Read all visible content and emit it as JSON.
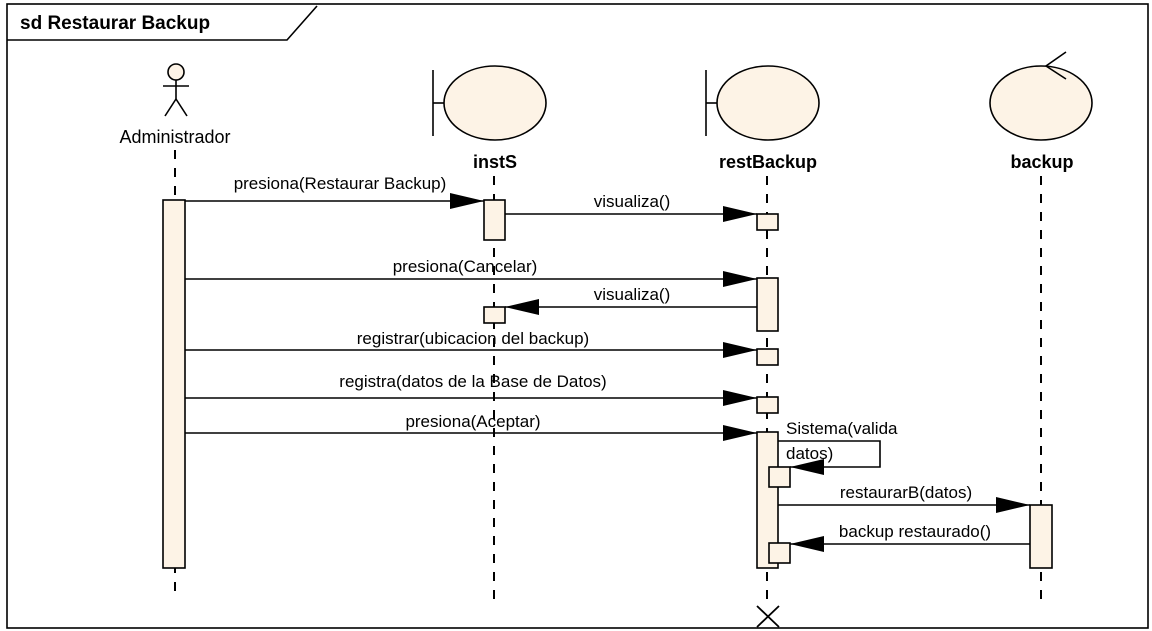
{
  "frame": {
    "title": "sd Restaurar Backup"
  },
  "lifelines": {
    "administrador": {
      "name": "Administrador",
      "kind": "actor"
    },
    "instS": {
      "name": "instS",
      "kind": "boundary"
    },
    "restBackup": {
      "name": "restBackup",
      "kind": "boundary"
    },
    "backup": {
      "name": "backup",
      "kind": "control"
    }
  },
  "messages": [
    {
      "label": "presiona(Restaurar Backup)",
      "from": "Administrador",
      "to": "instS"
    },
    {
      "label": "visualiza()",
      "from": "instS",
      "to": "restBackup"
    },
    {
      "label": "presiona(Cancelar)",
      "from": "Administrador",
      "to": "restBackup"
    },
    {
      "label": "visualiza()",
      "from": "restBackup",
      "to": "instS"
    },
    {
      "label": "registrar(ubicacion del backup)",
      "from": "Administrador",
      "to": "restBackup"
    },
    {
      "label": "registra(datos de la Base de Datos)",
      "from": "Administrador",
      "to": "restBackup"
    },
    {
      "label": "presiona(Aceptar)",
      "from": "Administrador",
      "to": "restBackup"
    },
    {
      "label_line1": "Sistema(valida",
      "label_line2": "datos)",
      "from": "restBackup",
      "to": "restBackup"
    },
    {
      "label": "restaurarB(datos)",
      "from": "restBackup",
      "to": "backup"
    },
    {
      "label": "backup restaurado()",
      "from": "backup",
      "to": "restBackup"
    }
  ],
  "colors": {
    "fill": "#fdf3e6",
    "line": "#000000",
    "background": "#ffffff"
  },
  "icons": {
    "actor": "stick-figure-icon",
    "boundary": "boundary-icon",
    "control": "control-icon",
    "destroy": "destroy-x-icon"
  }
}
